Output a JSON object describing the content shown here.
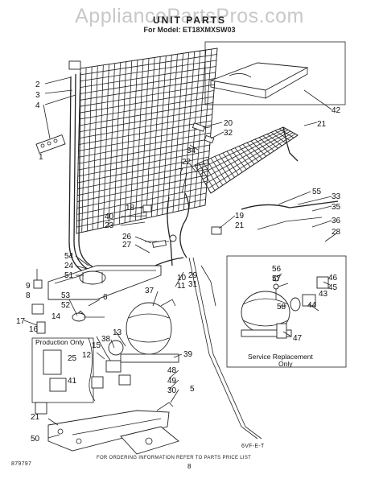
{
  "watermark": "AppliancePartsPros.com",
  "header": {
    "title": "UNIT PARTS",
    "model": "For Model: ET18XMXSW03"
  },
  "boxes": {
    "production": "Production Only",
    "service_line1": "Service Replacement",
    "service_line2": "Only"
  },
  "footer": {
    "instruction": "FOR ORDERING INFORMATION REFER TO PARTS PRICE LIST",
    "page": "8",
    "left_code": "879797",
    "right_code": "6VF-E-T"
  },
  "callouts": [
    "2",
    "3",
    "4",
    "1",
    "42",
    "20",
    "32",
    "34",
    "21",
    "22",
    "7",
    "55",
    "33",
    "35",
    "18",
    "40",
    "23",
    "19",
    "21",
    "36",
    "28",
    "26",
    "27",
    "54",
    "24",
    "51",
    "9",
    "8",
    "53",
    "52",
    "10",
    "11",
    "56",
    "57",
    "46",
    "45",
    "43",
    "44",
    "58",
    "47",
    "29",
    "31",
    "37",
    "6",
    "14",
    "17",
    "16",
    "38",
    "13",
    "15",
    "12",
    "25",
    "41",
    "39",
    "48",
    "49",
    "30",
    "5",
    "21",
    "50"
  ]
}
